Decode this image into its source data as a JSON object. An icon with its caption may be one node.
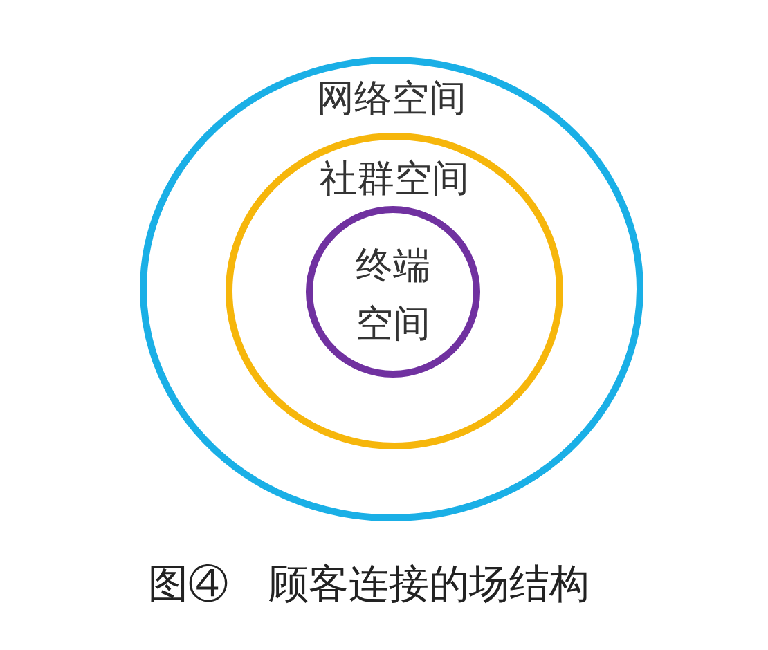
{
  "diagram": {
    "caption": "图④　顾客连接的场结构",
    "nodes": [
      {
        "text": [
          "网络空间"
        ]
      },
      {
        "text": [
          "社群空间"
        ],
        "in": 0
      },
      {
        "text": [
          "终端空间"
        ],
        "in": 1
      }
    ]
  }
}
